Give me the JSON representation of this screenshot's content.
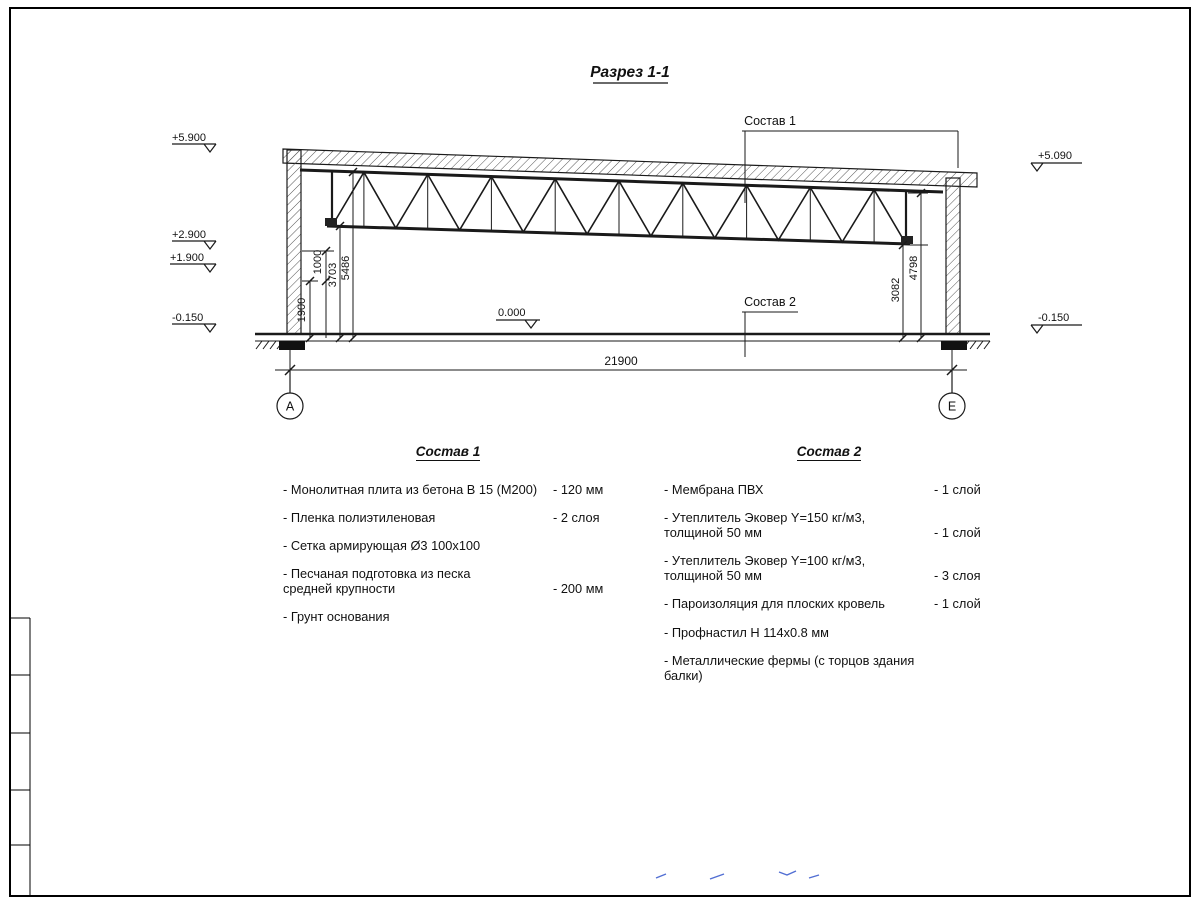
{
  "sheet": {
    "title": "Разрез 1-1"
  },
  "drawing": {
    "callouts": [
      "Состав 1",
      "Состав 2"
    ],
    "elevations": {
      "left": [
        "+5.900",
        "+2.900",
        "+1.900",
        "-0.150"
      ],
      "right": [
        "+5.090",
        "-0.150"
      ],
      "zero": "0.000"
    },
    "dimensions": {
      "span": "21900",
      "left_vertical": [
        "1900",
        "1000",
        "3703",
        "5486"
      ],
      "right_vertical": [
        "3082",
        "4798"
      ]
    },
    "axes": [
      "А",
      "Е"
    ]
  },
  "compositions": [
    {
      "heading": "Состав 1",
      "items": [
        {
          "label": "- Монолитная плита из бетона В 15 (М200)",
          "value": "- 120 мм"
        },
        {
          "label": "- Пленка полиэтиленовая",
          "value": "- 2 слоя"
        },
        {
          "label": "- Сетка армирующая Ø3 100х100",
          "value": ""
        },
        {
          "label": "- Песчаная подготовка из песка\nсредней крупности",
          "value": "- 200 мм"
        },
        {
          "label": "- Грунт основания",
          "value": ""
        }
      ]
    },
    {
      "heading": "Состав 2",
      "items": [
        {
          "label": "- Мембрана ПВХ",
          "value": "- 1 слой"
        },
        {
          "label": "- Утеплитель Эковер Y=150 кг/м3,\nтолщиной 50 мм",
          "value": "- 1 слой"
        },
        {
          "label": "- Утеплитель Эковер Y=100 кг/м3,\nтолщиной 50 мм",
          "value": "- 3 слоя"
        },
        {
          "label": "- Пароизоляция для плоских кровель",
          "value": "- 1 слой"
        },
        {
          "label": "- Профнастил Н 114х0.8 мм",
          "value": ""
        },
        {
          "label": "- Металлические фермы (с торцов здания балки)",
          "value": ""
        }
      ]
    }
  ]
}
